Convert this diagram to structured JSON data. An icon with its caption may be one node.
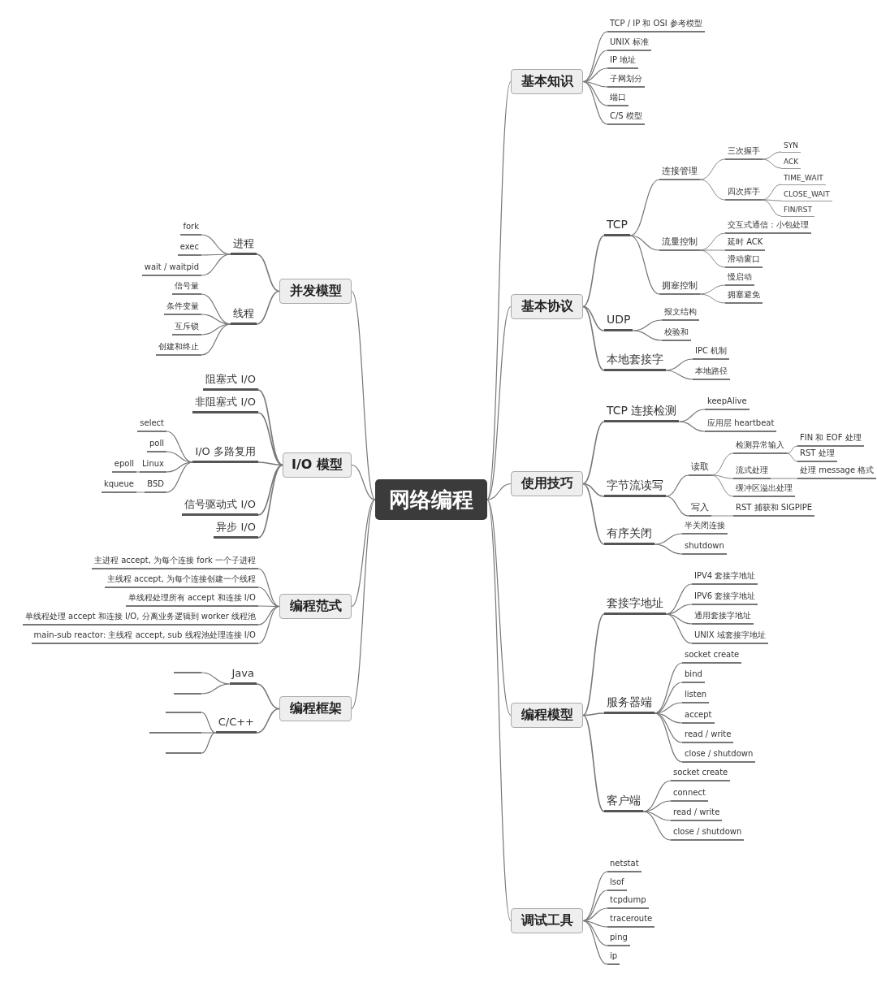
{
  "diagram": {
    "nodes": [
      {
        "text": [
          "网络编程"
        ]
      },
      {
        "text": [
          "基本知识"
        ]
      },
      {
        "text": [
          "TCP / IP 和 OSI 参考模型"
        ]
      },
      {
        "text": [
          "UNIX 标准"
        ]
      },
      {
        "text": [
          "IP 地址"
        ]
      },
      {
        "text": [
          "子网划分"
        ]
      },
      {
        "text": [
          "端口"
        ]
      },
      {
        "text": [
          "C/S 模型"
        ]
      },
      {
        "text": [
          "基本协议"
        ]
      },
      {
        "text": [
          "TCP"
        ]
      },
      {
        "text": [
          "连接管理"
        ]
      },
      {
        "text": [
          "三次握手"
        ]
      },
      {
        "text": [
          "SYN"
        ]
      },
      {
        "text": [
          "ACK"
        ]
      },
      {
        "text": [
          "四次挥手"
        ]
      },
      {
        "text": [
          "TIME_WAIT"
        ]
      },
      {
        "text": [
          "CLOSE_WAIT"
        ]
      },
      {
        "text": [
          "FIN/RST"
        ]
      },
      {
        "text": [
          "流量控制"
        ]
      },
      {
        "text": [
          "交互式通信：小包处理"
        ]
      },
      {
        "text": [
          "延时 ACK"
        ]
      },
      {
        "text": [
          "滑动窗口"
        ]
      },
      {
        "text": [
          "拥塞控制"
        ]
      },
      {
        "text": [
          "慢启动"
        ]
      },
      {
        "text": [
          "拥塞避免"
        ]
      },
      {
        "text": [
          "UDP"
        ]
      },
      {
        "text": [
          "报文结构"
        ]
      },
      {
        "text": [
          "校验和"
        ]
      },
      {
        "text": [
          "本地套接字"
        ]
      },
      {
        "text": [
          "IPC 机制"
        ]
      },
      {
        "text": [
          "本地路径"
        ]
      },
      {
        "text": [
          "使用技巧"
        ]
      },
      {
        "text": [
          "TCP 连接检测"
        ]
      },
      {
        "text": [
          "keepAlive"
        ]
      },
      {
        "text": [
          "应用层 heartbeat"
        ]
      },
      {
        "text": [
          "字节流读写"
        ]
      },
      {
        "text": [
          "读取"
        ]
      },
      {
        "text": [
          "检测异常输入"
        ]
      },
      {
        "text": [
          "FIN 和 EOF 处理"
        ]
      },
      {
        "text": [
          "RST 处理"
        ]
      },
      {
        "text": [
          "流式处理"
        ]
      },
      {
        "text": [
          "处理 message 格式"
        ]
      },
      {
        "text": [
          "缓冲区溢出处理"
        ]
      },
      {
        "text": [
          "写入"
        ]
      },
      {
        "text": [
          "RST 捕获和 SIGPIPE"
        ]
      },
      {
        "text": [
          "有序关闭"
        ]
      },
      {
        "text": [
          "半关闭连接"
        ]
      },
      {
        "text": [
          "shutdown"
        ]
      },
      {
        "text": [
          "编程模型"
        ]
      },
      {
        "text": [
          "套接字地址"
        ]
      },
      {
        "text": [
          "IPV4 套接字地址"
        ]
      },
      {
        "text": [
          "IPV6 套接字地址"
        ]
      },
      {
        "text": [
          "通用套接字地址"
        ]
      },
      {
        "text": [
          "UNIX 域套接字地址"
        ]
      },
      {
        "text": [
          "服务器端"
        ]
      },
      {
        "text": [
          "socket create"
        ]
      },
      {
        "text": [
          "bind"
        ]
      },
      {
        "text": [
          "listen"
        ]
      },
      {
        "text": [
          "accept"
        ]
      },
      {
        "text": [
          "read / write"
        ]
      },
      {
        "text": [
          "close / shutdown"
        ]
      },
      {
        "text": [
          "客户端"
        ]
      },
      {
        "text": [
          "socket create"
        ]
      },
      {
        "text": [
          "connect"
        ]
      },
      {
        "text": [
          "read / write"
        ]
      },
      {
        "text": [
          "close / shutdown"
        ]
      },
      {
        "text": [
          "调试工具"
        ]
      },
      {
        "text": [
          "netstat"
        ]
      },
      {
        "text": [
          "lsof"
        ]
      },
      {
        "text": [
          "tcpdump"
        ]
      },
      {
        "text": [
          "traceroute"
        ]
      },
      {
        "text": [
          "ping"
        ]
      },
      {
        "text": [
          "ip"
        ]
      },
      {
        "text": [
          "并发模型"
        ]
      },
      {
        "text": [
          "进程"
        ]
      },
      {
        "text": [
          "fork"
        ]
      },
      {
        "text": [
          "exec"
        ]
      },
      {
        "text": [
          "wait / waitpid"
        ]
      },
      {
        "text": [
          "线程"
        ]
      },
      {
        "text": [
          "信号量"
        ]
      },
      {
        "text": [
          "条件变量"
        ]
      },
      {
        "text": [
          "互斥锁"
        ]
      },
      {
        "text": [
          "创建和终止"
        ]
      },
      {
        "text": [
          "I/O 模型"
        ]
      },
      {
        "text": [
          "阻塞式 I/O"
        ]
      },
      {
        "text": [
          "非阻塞式 I/O"
        ]
      },
      {
        "text": [
          "I/O 多路复用"
        ]
      },
      {
        "text": [
          "select"
        ]
      },
      {
        "text": [
          "poll"
        ]
      },
      {
        "text": [
          "Linux"
        ]
      },
      {
        "text": [
          "epoll"
        ]
      },
      {
        "text": [
          "BSD"
        ]
      },
      {
        "text": [
          "kqueue"
        ]
      },
      {
        "text": [
          "信号驱动式 I/O"
        ]
      },
      {
        "text": [
          "异步 I/O"
        ]
      },
      {
        "text": [
          "编程范式"
        ]
      },
      {
        "text": [
          "主进程 accept, 为每个连接 fork 一个子进程"
        ]
      },
      {
        "text": [
          "主线程 accept, 为每个连接创建一个线程"
        ]
      },
      {
        "text": [
          "单线程处理所有 accept 和连接 I/O"
        ]
      },
      {
        "text": [
          "单线程处理 accept 和连接 I/O, 分离业务逻辑到 worker 线程池"
        ]
      },
      {
        "text": [
          "main-sub reactor: 主线程 accept, sub 线程池处理连接 I/O"
        ]
      },
      {
        "text": [
          "编程框架"
        ]
      },
      {
        "text": [
          "Java"
        ]
      },
      {
        "text": [],
        "shape": "line"
      },
      {
        "text": [],
        "shape": "line"
      },
      {
        "text": [
          "C/C++"
        ]
      },
      {
        "text": [],
        "shape": "line"
      },
      {
        "text": [],
        "shape": "line"
      },
      {
        "text": [],
        "shape": "line"
      }
    ],
    "edges": [
      {
        "from": 0,
        "to": 1,
        "arrow": "none"
      },
      {
        "from": 0,
        "to": 8,
        "arrow": "none"
      },
      {
        "from": 0,
        "to": 31,
        "arrow": "none"
      },
      {
        "from": 0,
        "to": 48,
        "arrow": "none"
      },
      {
        "from": 0,
        "to": 66,
        "arrow": "none"
      },
      {
        "from": 0,
        "to": 73,
        "arrow": "none"
      },
      {
        "from": 0,
        "to": 83,
        "arrow": "none"
      },
      {
        "from": 0,
        "to": 95,
        "arrow": "none"
      },
      {
        "from": 0,
        "to": 101,
        "arrow": "none"
      },
      {
        "from": 1,
        "to": 2,
        "arrow": "none"
      },
      {
        "from": 1,
        "to": 3,
        "arrow": "none"
      },
      {
        "from": 1,
        "to": 4,
        "arrow": "none"
      },
      {
        "from": 1,
        "to": 5,
        "arrow": "none"
      },
      {
        "from": 1,
        "to": 6,
        "arrow": "none"
      },
      {
        "from": 1,
        "to": 7,
        "arrow": "none"
      },
      {
        "from": 8,
        "to": 9,
        "arrow": "none"
      },
      {
        "from": 9,
        "to": 10,
        "arrow": "none"
      },
      {
        "from": 10,
        "to": 11,
        "arrow": "none"
      },
      {
        "from": 11,
        "to": 12,
        "arrow": "none"
      },
      {
        "from": 11,
        "to": 13,
        "arrow": "none"
      },
      {
        "from": 10,
        "to": 14,
        "arrow": "none"
      },
      {
        "from": 14,
        "to": 15,
        "arrow": "none"
      },
      {
        "from": 14,
        "to": 16,
        "arrow": "none"
      },
      {
        "from": 14,
        "to": 17,
        "arrow": "none"
      },
      {
        "from": 9,
        "to": 18,
        "arrow": "none"
      },
      {
        "from": 18,
        "to": 19,
        "arrow": "none"
      },
      {
        "from": 18,
        "to": 20,
        "arrow": "none"
      },
      {
        "from": 18,
        "to": 21,
        "arrow": "none"
      },
      {
        "from": 9,
        "to": 22,
        "arrow": "none"
      },
      {
        "from": 22,
        "to": 23,
        "arrow": "none"
      },
      {
        "from": 22,
        "to": 24,
        "arrow": "none"
      },
      {
        "from": 8,
        "to": 25,
        "arrow": "none"
      },
      {
        "from": 25,
        "to": 26,
        "arrow": "none"
      },
      {
        "from": 25,
        "to": 27,
        "arrow": "none"
      },
      {
        "from": 8,
        "to": 28,
        "arrow": "none"
      },
      {
        "from": 28,
        "to": 29,
        "arrow": "none"
      },
      {
        "from": 28,
        "to": 30,
        "arrow": "none"
      },
      {
        "from": 31,
        "to": 32,
        "arrow": "none"
      },
      {
        "from": 32,
        "to": 33,
        "arrow": "none"
      },
      {
        "from": 32,
        "to": 34,
        "arrow": "none"
      },
      {
        "from": 31,
        "to": 35,
        "arrow": "none"
      },
      {
        "from": 35,
        "to": 36,
        "arrow": "none"
      },
      {
        "from": 36,
        "to": 37,
        "arrow": "none"
      },
      {
        "from": 37,
        "to": 38,
        "arrow": "none"
      },
      {
        "from": 37,
        "to": 39,
        "arrow": "none"
      },
      {
        "from": 36,
        "to": 40,
        "arrow": "none"
      },
      {
        "from": 40,
        "to": 41,
        "arrow": "none"
      },
      {
        "from": 36,
        "to": 42,
        "arrow": "none"
      },
      {
        "from": 35,
        "to": 43,
        "arrow": "none"
      },
      {
        "from": 43,
        "to": 44,
        "arrow": "none"
      },
      {
        "from": 31,
        "to": 45,
        "arrow": "none"
      },
      {
        "from": 45,
        "to": 46,
        "arrow": "none"
      },
      {
        "from": 45,
        "to": 47,
        "arrow": "none"
      },
      {
        "from": 48,
        "to": 49,
        "arrow": "none"
      },
      {
        "from": 49,
        "to": 50,
        "arrow": "none"
      },
      {
        "from": 49,
        "to": 51,
        "arrow": "none"
      },
      {
        "from": 49,
        "to": 52,
        "arrow": "none"
      },
      {
        "from": 49,
        "to": 53,
        "arrow": "none"
      },
      {
        "from": 48,
        "to": 54,
        "arrow": "none"
      },
      {
        "from": 54,
        "to": 55,
        "arrow": "none"
      },
      {
        "from": 54,
        "to": 56,
        "arrow": "none"
      },
      {
        "from": 54,
        "to": 57,
        "arrow": "none"
      },
      {
        "from": 54,
        "to": 58,
        "arrow": "none"
      },
      {
        "from": 54,
        "to": 59,
        "arrow": "none"
      },
      {
        "from": 54,
        "to": 60,
        "arrow": "none"
      },
      {
        "from": 48,
        "to": 61,
        "arrow": "none"
      },
      {
        "from": 61,
        "to": 62,
        "arrow": "none"
      },
      {
        "from": 61,
        "to": 63,
        "arrow": "none"
      },
      {
        "from": 61,
        "to": 64,
        "arrow": "none"
      },
      {
        "from": 61,
        "to": 65,
        "arrow": "none"
      },
      {
        "from": 66,
        "to": 67,
        "arrow": "none"
      },
      {
        "from": 66,
        "to": 68,
        "arrow": "none"
      },
      {
        "from": 66,
        "to": 69,
        "arrow": "none"
      },
      {
        "from": 66,
        "to": 70,
        "arrow": "none"
      },
      {
        "from": 66,
        "to": 71,
        "arrow": "none"
      },
      {
        "from": 66,
        "to": 72,
        "arrow": "none"
      },
      {
        "from": 73,
        "to": 74,
        "arrow": "none"
      },
      {
        "from": 74,
        "to": 75,
        "arrow": "none"
      },
      {
        "from": 74,
        "to": 76,
        "arrow": "none"
      },
      {
        "from": 74,
        "to": 77,
        "arrow": "none"
      },
      {
        "from": 73,
        "to": 78,
        "arrow": "none"
      },
      {
        "from": 78,
        "to": 79,
        "arrow": "none"
      },
      {
        "from": 78,
        "to": 80,
        "arrow": "none"
      },
      {
        "from": 78,
        "to": 81,
        "arrow": "none"
      },
      {
        "from": 78,
        "to": 82,
        "arrow": "none"
      },
      {
        "from": 83,
        "to": 84,
        "arrow": "none"
      },
      {
        "from": 83,
        "to": 85,
        "arrow": "none"
      },
      {
        "from": 83,
        "to": 86,
        "arrow": "none"
      },
      {
        "from": 86,
        "to": 87,
        "arrow": "none"
      },
      {
        "from": 86,
        "to": 88,
        "arrow": "none"
      },
      {
        "from": 86,
        "to": 89,
        "arrow": "none"
      },
      {
        "from": 89,
        "to": 90,
        "arrow": "none"
      },
      {
        "from": 86,
        "to": 91,
        "arrow": "none"
      },
      {
        "from": 91,
        "to": 92,
        "arrow": "none"
      },
      {
        "from": 83,
        "to": 93,
        "arrow": "none"
      },
      {
        "from": 83,
        "to": 94,
        "arrow": "none"
      },
      {
        "from": 95,
        "to": 96,
        "arrow": "none"
      },
      {
        "from": 95,
        "to": 97,
        "arrow": "none"
      },
      {
        "from": 95,
        "to": 98,
        "arrow": "none"
      },
      {
        "from": 95,
        "to": 99,
        "arrow": "none"
      },
      {
        "from": 95,
        "to": 100,
        "arrow": "none"
      },
      {
        "from": 101,
        "to": 102,
        "arrow": "none"
      },
      {
        "from": 102,
        "to": 103,
        "arrow": "none"
      },
      {
        "from": 102,
        "to": 104,
        "arrow": "none"
      },
      {
        "from": 101,
        "to": 105,
        "arrow": "none"
      },
      {
        "from": 105,
        "to": 106,
        "arrow": "none"
      },
      {
        "from": 105,
        "to": 107,
        "arrow": "none"
      },
      {
        "from": 105,
        "to": 108,
        "arrow": "none"
      }
    ]
  }
}
